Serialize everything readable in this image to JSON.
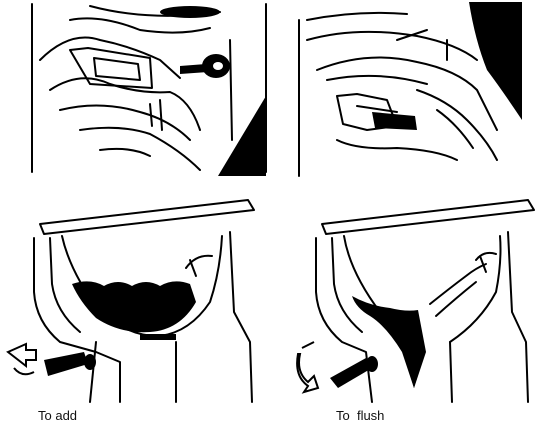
{
  "captions": {
    "add": "To add",
    "flush": "To  flush"
  },
  "colors": {
    "ink": "#000000",
    "paper": "#ffffff"
  },
  "icons": {
    "top_left": "hand-pulling-lever-illustration",
    "top_right": "hand-pushing-lever-illustration",
    "bottom_left": "toilet-bowl-filling-illustration",
    "bottom_right": "toilet-bowl-flushing-illustration"
  }
}
